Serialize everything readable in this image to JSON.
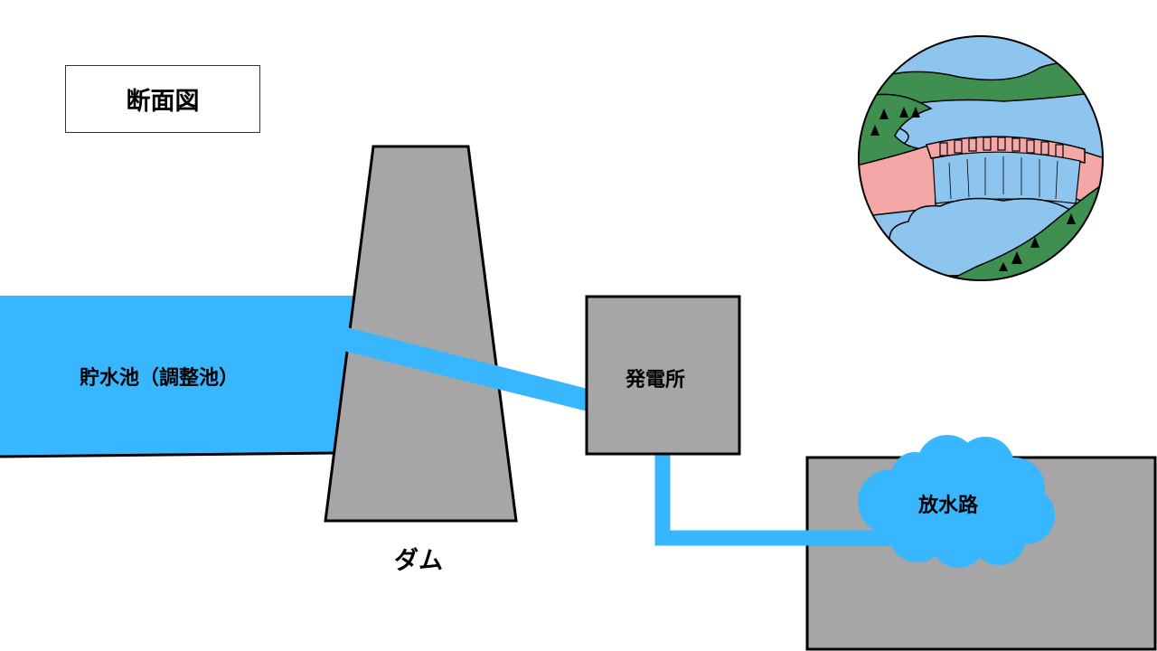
{
  "title": "断面図",
  "labels": {
    "reservoir": "貯水池（調整池）",
    "dam": "ダム",
    "power_station": "発電所",
    "tailrace": "放水路"
  },
  "colors": {
    "water": "#38b6ff",
    "concrete": "#a6a6a6",
    "outline": "#000000",
    "illustration_grass": "#3f8f50",
    "illustration_sky": "#8ec5ee",
    "illustration_dam": "#f4a7a7"
  },
  "icons": [
    "dam-illustration-icon"
  ]
}
